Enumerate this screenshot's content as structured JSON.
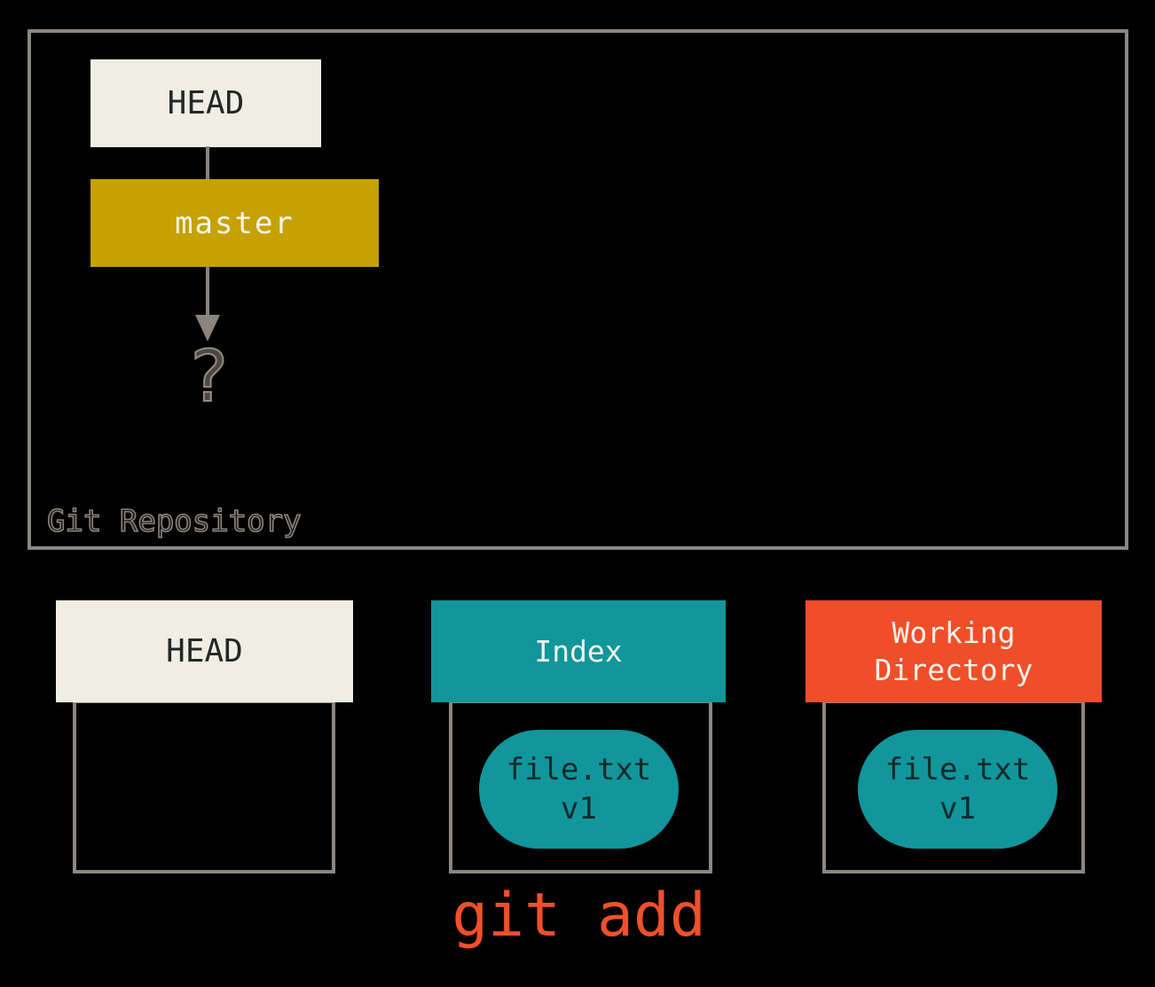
{
  "repository": {
    "label": "Git Repository",
    "head_label": "HEAD",
    "branch_label": "master",
    "unknown_mark": "?"
  },
  "areas": {
    "head": {
      "title": "HEAD",
      "files": []
    },
    "index": {
      "title": "Index",
      "files": [
        {
          "name": "file.txt",
          "version": "v1"
        }
      ]
    },
    "working_directory": {
      "title": "Working Directory",
      "files": [
        {
          "name": "file.txt",
          "version": "v1"
        }
      ]
    }
  },
  "command": {
    "label": "git add"
  },
  "colors": {
    "background": "#000000",
    "frame_border": "#8C8680",
    "head_box": "#EFEEE4",
    "branch_box": "#C5A102",
    "index_accent": "#11969B",
    "working_directory_accent": "#F04E28",
    "command_text": "#F0502B",
    "dark_text": "#262626",
    "light_text": "#F4F2EC"
  }
}
